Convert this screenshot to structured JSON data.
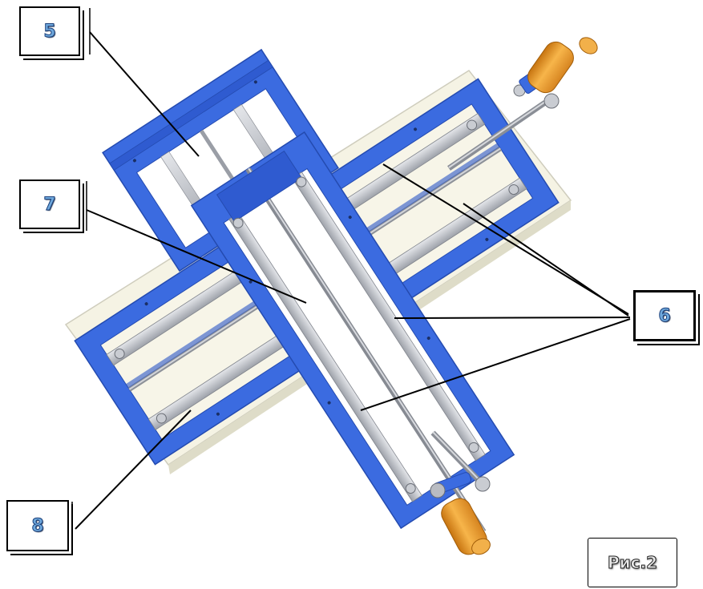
{
  "callouts": {
    "label_5": "5",
    "label_6": "6",
    "label_7": "7",
    "label_8": "8"
  },
  "caption": "Рис.2",
  "colors": {
    "frame_blue": "#3b6be0",
    "frame_blue_dark": "#244bb0",
    "base_plate": "#f5f3e4",
    "rail_gray": "#b9bcc2",
    "handle_orange": "#f0a030",
    "label_blue": "#6fa8dc"
  },
  "icons": [
    "handle-icon",
    "leader-line"
  ]
}
